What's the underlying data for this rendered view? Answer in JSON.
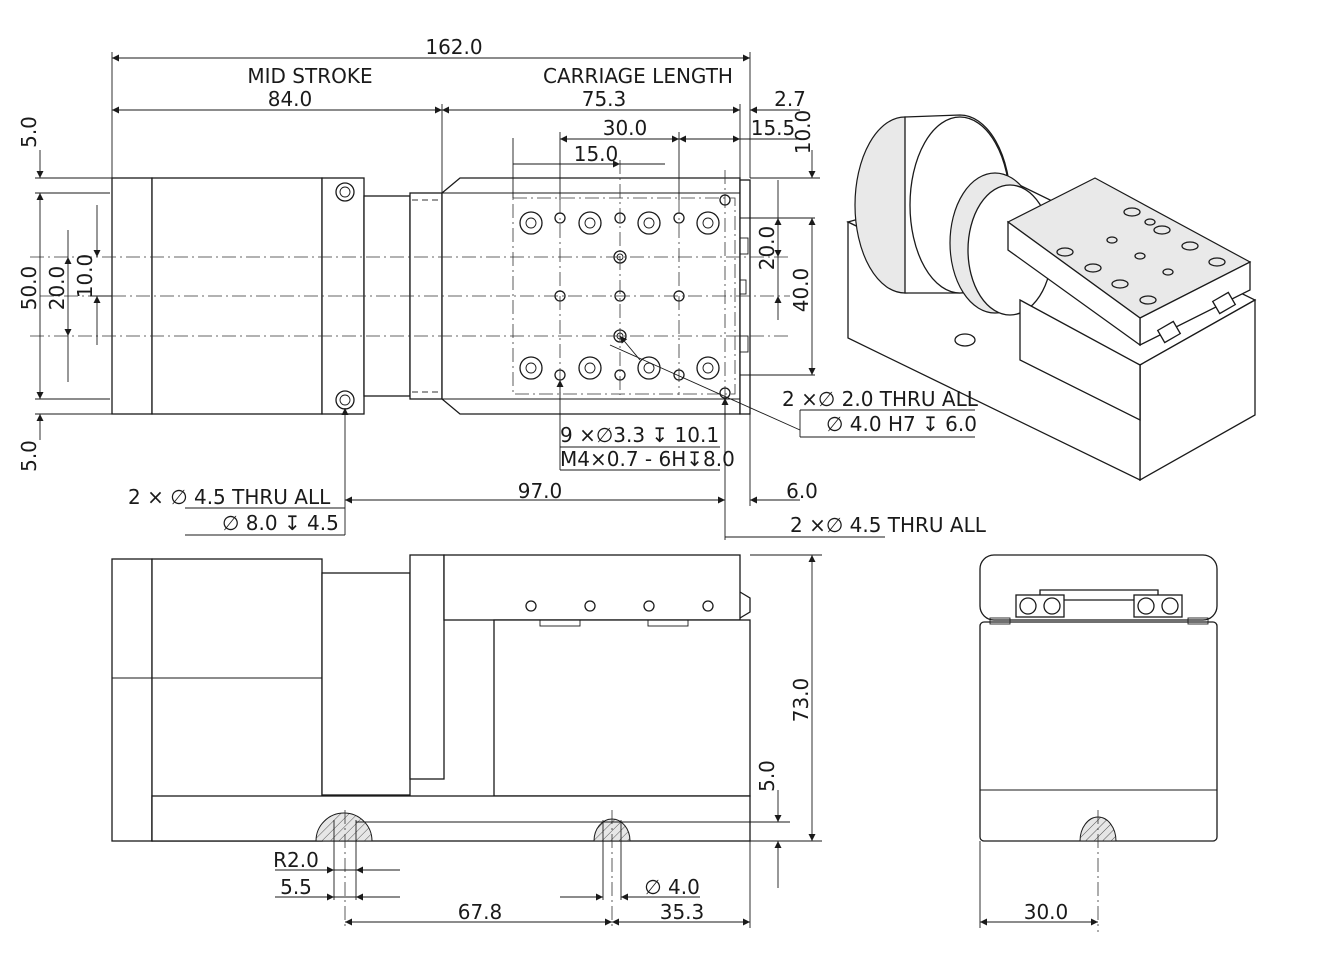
{
  "top_view": {
    "overall_length": "162.0",
    "mid_stroke_label": "MID STROKE",
    "mid_stroke_value": "84.0",
    "carriage_length_label": "CARRIAGE LENGTH",
    "carriage_length_value": "75.3",
    "end_offset": "2.7",
    "hole_spacing_x": "30.0",
    "hole_spacing_x_half": "15.0",
    "end_to_hole": "15.5",
    "top_margin_right": "10.0",
    "top_margin_left": "5.0",
    "bottom_margin_left": "5.0",
    "width": "50.0",
    "span_20_left": "20.0",
    "span_10_left": "10.0",
    "span_20_right": "20.0",
    "span_40_right": "40.0",
    "pin_hole_line1": "2 ×∅ 2.0 THRU ALL",
    "pin_hole_line2": "∅ 4.0 H7 ↧ 6.0",
    "tapped_line1": "9 ×∅3.3 ↧ 10.1",
    "tapped_line2": "M4×0.7 - 6H↧8.0",
    "mount_left_line1": "2 ×  ∅ 4.5 THRU ALL",
    "mount_left_line2": "∅ 8.0 ↧ 4.5",
    "mount_spacing": "97.0",
    "right_offset": "6.0",
    "mount_right_line1": "2 ×∅ 4.5 THRU ALL"
  },
  "side_view": {
    "height": "73.0",
    "base_thickness": "5.0",
    "slot_radius": "R2.0",
    "slot_width": "5.5",
    "slot_spacing": "67.8",
    "slot_to_end": "35.3",
    "slot_hole": "∅ 4.0"
  },
  "end_view": {
    "slot_offset": "30.0"
  }
}
